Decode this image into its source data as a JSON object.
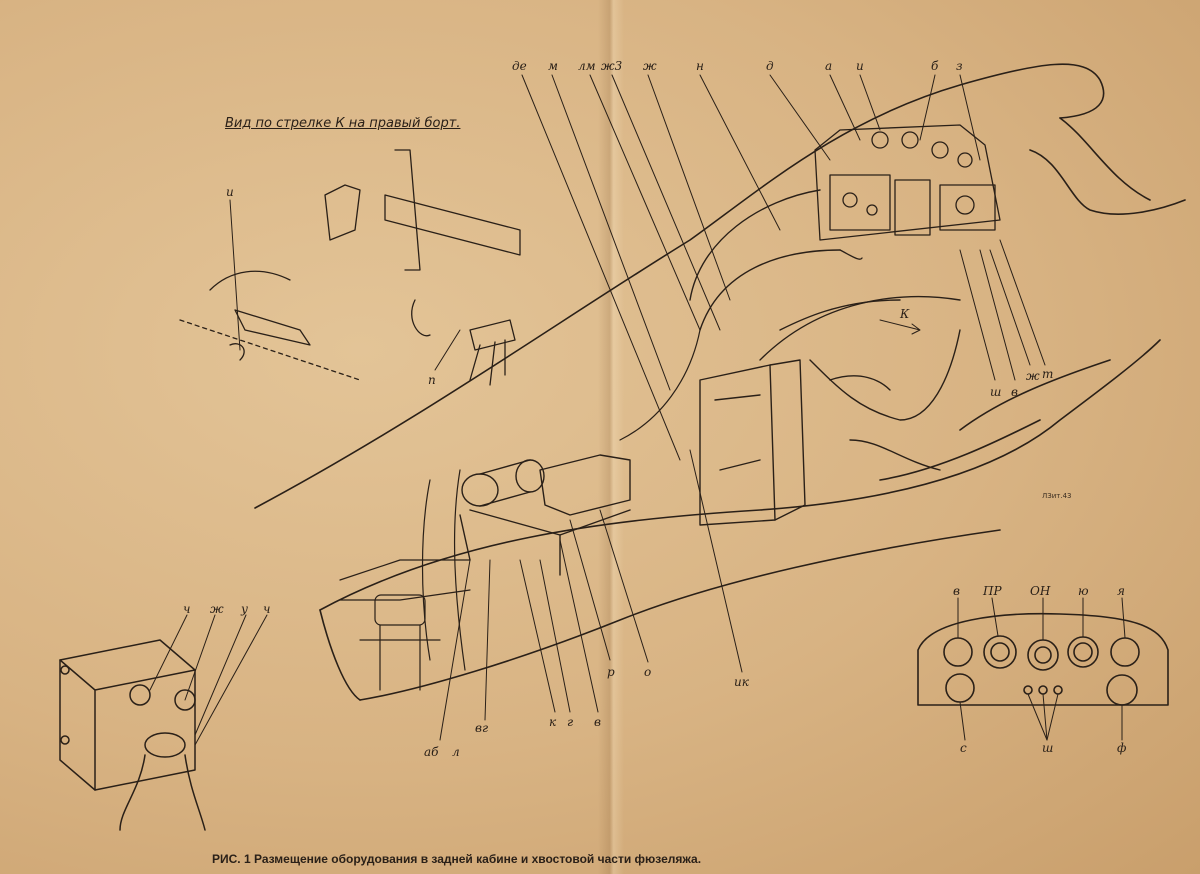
{
  "heading": "Вид по стрелке К на правый борт.",
  "caption": "РИС. 1 Размещение оборудования в задней кабине и хвостовой части фюзеляжа.",
  "stamp": "ЛЗит.43",
  "top_labels": [
    "де",
    "м",
    "лм",
    "ж3",
    "ж",
    "н",
    "д",
    "а",
    "и",
    "б",
    "з"
  ],
  "right_labels": [
    "ш",
    "в",
    "ж",
    "т"
  ],
  "arrow_label": "К",
  "bottom_labels": [
    "аб",
    "л",
    "вг",
    "к",
    "г",
    "в",
    "р",
    "о",
    "ик"
  ],
  "inset_labels": [
    "и",
    "п"
  ],
  "box_labels": [
    "ч",
    "ж",
    "у",
    "ч"
  ],
  "panel_labels": [
    "в",
    "ПР",
    "ОН",
    "ю",
    "я",
    "с",
    "ш",
    "ф"
  ]
}
